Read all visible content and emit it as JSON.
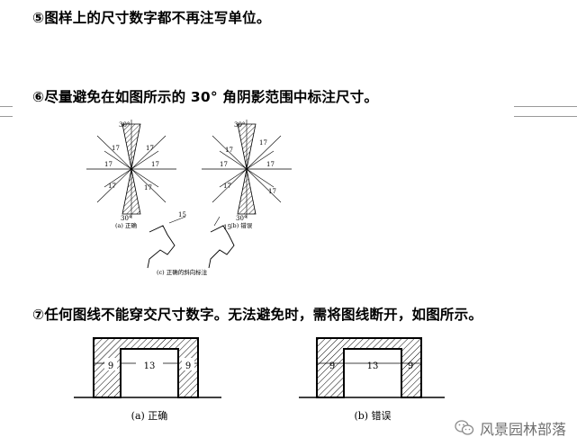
{
  "rules": {
    "rule5": "⑤图样上的尺寸数字都不再注写单位。",
    "rule6": "⑥尽量避免在如图所示的 30° 角阴影范围中标注尺寸。",
    "rule7": "⑦任何图线不能穿交尺寸数字。无法避免时，需将图线断开，如图所示。"
  },
  "figure1": {
    "angle_label": "30°",
    "dim_value": "17",
    "oblique_value": "15",
    "caption_a": "(a) 正确",
    "caption_b": "(b) 错误",
    "caption_c": "(c) 正确的斜向标注"
  },
  "figure2": {
    "dims": [
      "9",
      "13",
      "9"
    ],
    "caption_a": "(a) 正确",
    "caption_b": "(b) 错误"
  },
  "watermark": {
    "text": "风景园林部落",
    "icon": "wechat-icon"
  }
}
